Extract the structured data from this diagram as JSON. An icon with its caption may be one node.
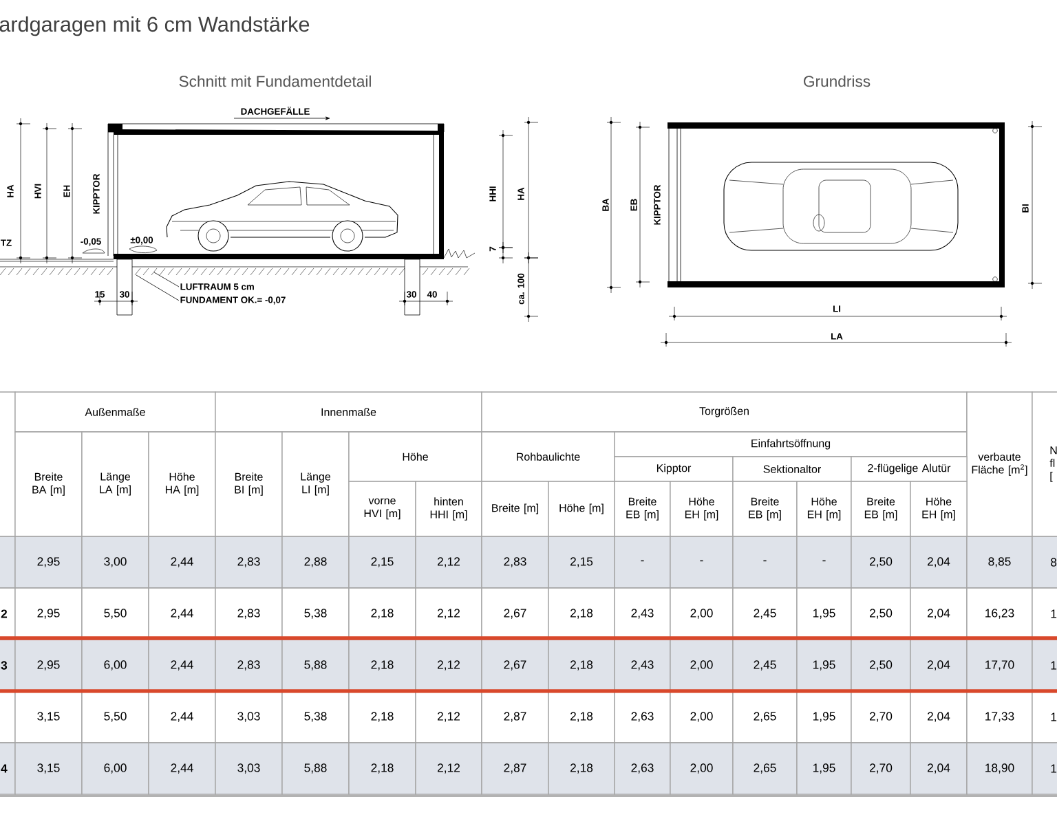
{
  "diagram": {
    "title": "ardgaragen mit 6 cm Wandstärke",
    "nodes": [
      {
        "text": [
          "LUFTRAUM 5 cm"
        ]
      },
      {
        "text": [
          "FUNDAMENT OK.= -0,07"
        ]
      }
    ],
    "edges": [
      {
        "from": 0,
        "to": null,
        "arrow": "none"
      },
      {
        "from": 1,
        "to": null,
        "arrow": "none"
      }
    ],
    "labels": [
      "Schnitt mit Fundamentdetail",
      "Grundriss",
      "DACHGEFÄLLE",
      "HA",
      "HVI",
      "EH",
      "KIPPTOR",
      "TZ",
      "-0,05",
      "±0,00",
      "15",
      "30",
      "30",
      "40",
      "HHI",
      "HA",
      "7",
      "ca. 100",
      "BA",
      "EB",
      "KIPPTOR",
      "BI",
      "LI",
      "LA",
      "Außenmaße",
      "Innenmaße",
      "Torgrößen",
      "Breite BA [m]",
      "Länge LA [m]",
      "Höhe HA [m]",
      "Breite BI [m]",
      "Länge LI [m]",
      "Höhe",
      "Rohbaulichte",
      "Einfahrtsöffnung",
      "verbaute Fläche [m$^{2}$]",
      "N fl [",
      "Kipptor",
      "Sektionaltor",
      "2-flügelige Alutür",
      "vorne HVI [m]",
      "hinten HHI [m]",
      "Breite [m]",
      "Höhe [m]",
      "Breite EB [m]",
      "Höhe EH [m]",
      "Breite EB [m]",
      "Höhe EH [m]",
      "Breite EB [m]",
      "Höhe EH [m]",
      "2,95",
      "3,00",
      "2,44",
      "2,83",
      "2,88",
      "2,15",
      "2,12",
      "2,83",
      "2,15",
      "-",
      "-",
      "-",
      "-",
      "2,50",
      "2,04",
      "8,85",
      "8",
      "2",
      "2,95",
      "5,50",
      "2,44",
      "2,83",
      "5,38",
      "2,18",
      "2,12",
      "2,67",
      "2,18",
      "2,43",
      "2,00",
      "2,45",
      "1,95",
      "2,50",
      "2,04",
      "16,23",
      "1",
      "3",
      "2,95",
      "6,00",
      "2,44",
      "2,83",
      "5,88",
      "2,18",
      "2,12",
      "2,67",
      "2,18",
      "2,43",
      "2,00",
      "2,45",
      "1,95",
      "2,50",
      "2,04",
      "17,70",
      "1",
      "3,15",
      "5,50",
      "2,44",
      "3,03",
      "5,38",
      "2,18",
      "2,12",
      "2,87",
      "2,18",
      "2,63",
      "2,00",
      "2,65",
      "1,95",
      "2,70",
      "2,04",
      "17,33",
      "1",
      "4",
      "3,15",
      "6,00",
      "2,44",
      "3,03",
      "5,88",
      "2,18",
      "2,12",
      "2,87",
      "2,18",
      "2,63",
      "2,00",
      "2,65",
      "1,95",
      "2,70",
      "2,04",
      "18,90",
      "1"
    ]
  }
}
